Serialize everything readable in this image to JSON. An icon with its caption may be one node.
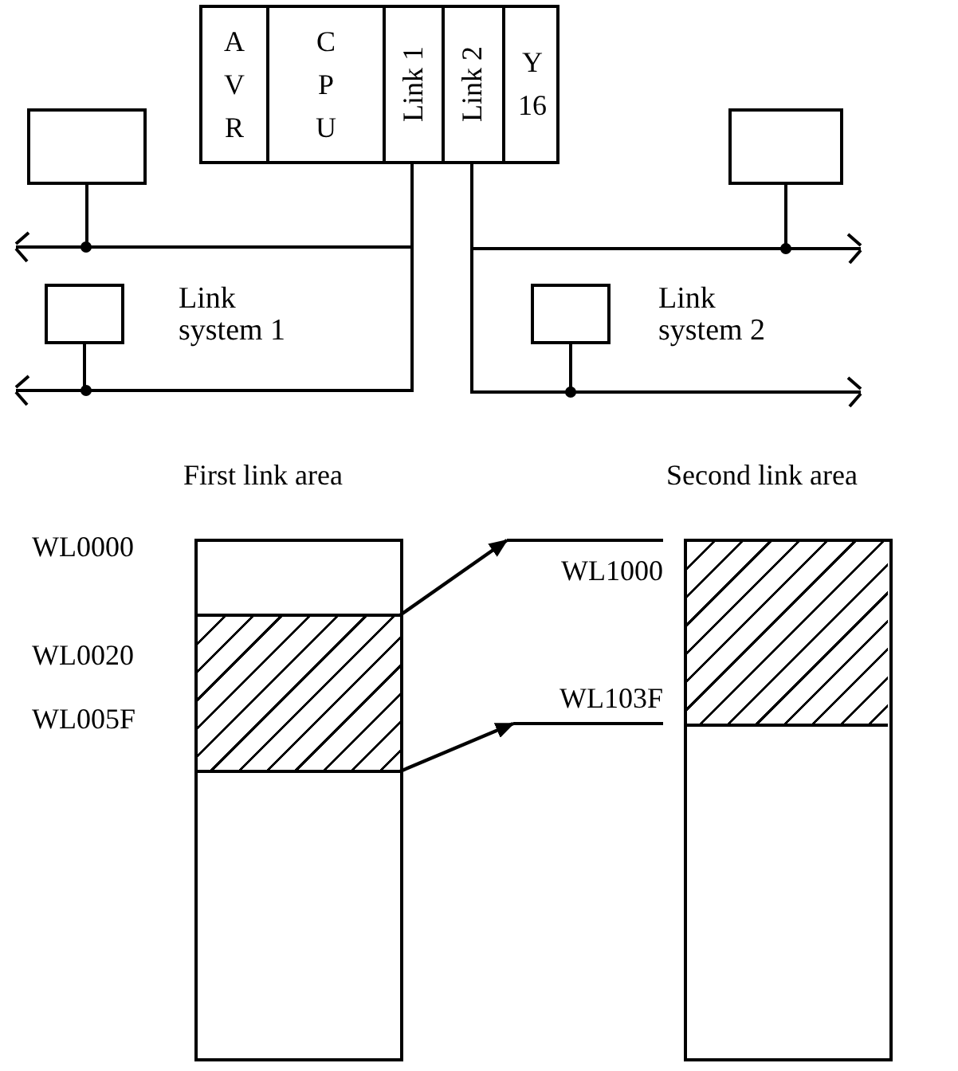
{
  "diagram": {
    "nodes": [
      {
        "text": [],
        "shape": "box"
      },
      {
        "text": [
          "A V R"
        ],
        "in": 0
      },
      {
        "text": [
          "C P U"
        ],
        "in": 0
      },
      {
        "text": [
          "Link 1"
        ],
        "in": 0
      },
      {
        "text": [
          "Link 2"
        ],
        "in": 0
      },
      {
        "text": [
          "Y 16"
        ],
        "in": 0
      },
      {
        "text": [],
        "shape": "box"
      },
      {
        "text": [],
        "shape": "box"
      },
      {
        "text": [],
        "shape": "box"
      },
      {
        "text": [],
        "shape": "box"
      },
      {
        "text": [
          "First link area"
        ]
      },
      {
        "text": [],
        "shape": "box",
        "in": 10
      },
      {
        "text": [
          "Second link area"
        ]
      },
      {
        "text": [],
        "shape": "box",
        "in": 12
      },
      {
        "text": [
          "WL1000"
        ]
      },
      {
        "text": [
          "WL103F"
        ]
      }
    ],
    "edges": [
      {
        "from": 3,
        "to": 6,
        "arrow": "none"
      },
      {
        "from": 3,
        "to": 7,
        "arrow": "none"
      },
      {
        "from": 4,
        "to": 8,
        "arrow": "none"
      },
      {
        "from": 4,
        "to": 9,
        "arrow": "none"
      },
      {
        "from": 11,
        "to": 14,
        "arrow": "to"
      },
      {
        "from": 11,
        "to": 15,
        "arrow": "to"
      }
    ],
    "labels": [
      "Link system 1",
      "Link system 2",
      "WL0000",
      "WL0020",
      "WL005F"
    ]
  }
}
